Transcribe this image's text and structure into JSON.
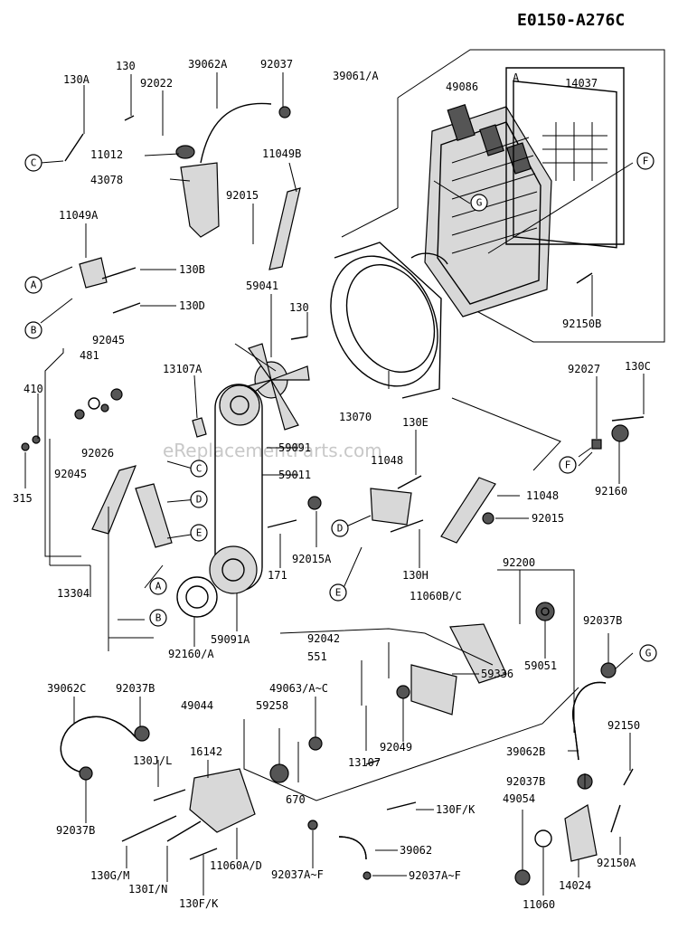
{
  "diagram_code": "E0150-A276C",
  "watermark": "eReplacementParts.com",
  "parts": {
    "p_130A": "130A",
    "p_130": "130",
    "p_92022": "92022",
    "p_39062A": "39062A",
    "p_92037": "92037",
    "p_39061A": "39061/A",
    "p_49086": "49086",
    "p_A": "A",
    "p_14037": "14037",
    "p_11012": "11012",
    "p_43078": "43078",
    "p_11049B": "11049B",
    "p_92015_top": "92015",
    "p_11049A": "11049A",
    "p_130B": "130B",
    "p_130D": "130D",
    "p_59041": "59041",
    "p_130_mid": "130",
    "p_92150B": "92150B",
    "p_92045_top": "92045",
    "p_481": "481",
    "p_13107A": "13107A",
    "p_410": "410",
    "p_92026": "92026",
    "p_92045_bot": "92045",
    "p_315": "315",
    "p_13070": "13070",
    "p_130E": "130E",
    "p_130C": "130C",
    "p_92027": "92027",
    "p_59091": "59091",
    "p_59011": "59011",
    "p_11048_a": "11048",
    "p_11048_b": "11048",
    "p_92160": "92160",
    "p_92015_mid": "92015",
    "p_92015A": "92015A",
    "p_171": "171",
    "p_130H": "130H",
    "p_13304": "13304",
    "p_92200": "92200",
    "p_11060BC": "11060B/C",
    "p_59051": "59051",
    "p_59091A": "59091A",
    "p_92160A": "92160/A",
    "p_92042": "92042",
    "p_551": "551",
    "p_92037B_r": "92037B",
    "p_39062C": "39062C",
    "p_92037B_l": "92037B",
    "p_49063": "49063/A~C",
    "p_49044": "49044",
    "p_59258": "59258",
    "p_59336": "59336",
    "p_16142": "16142",
    "p_130JL": "130J/L",
    "p_92049": "92049",
    "p_13107": "13107",
    "p_39062B": "39062B",
    "p_92150": "92150",
    "p_670": "670",
    "p_92037B_mid": "92037B",
    "p_49054": "49054",
    "p_130FK_r": "130F/K",
    "p_92037B_bl": "92037B",
    "p_39062": "39062",
    "p_130GM": "130G/M",
    "p_130IN": "130I/N",
    "p_11060AD": "11060A/D",
    "p_92037AF_1": "92037A~F",
    "p_92037AF_2": "92037A~F",
    "p_92150A": "92150A",
    "p_14024": "14024",
    "p_11060": "11060",
    "p_130FK_b": "130F/K"
  },
  "callouts": {
    "c1": "C",
    "f1": "F",
    "g1": "G",
    "a1": "A",
    "b1": "B",
    "c2": "C",
    "d1": "D",
    "e1": "E",
    "a2": "A",
    "b2": "B",
    "f2": "F",
    "d2": "D",
    "e2": "E",
    "g2": "G"
  }
}
